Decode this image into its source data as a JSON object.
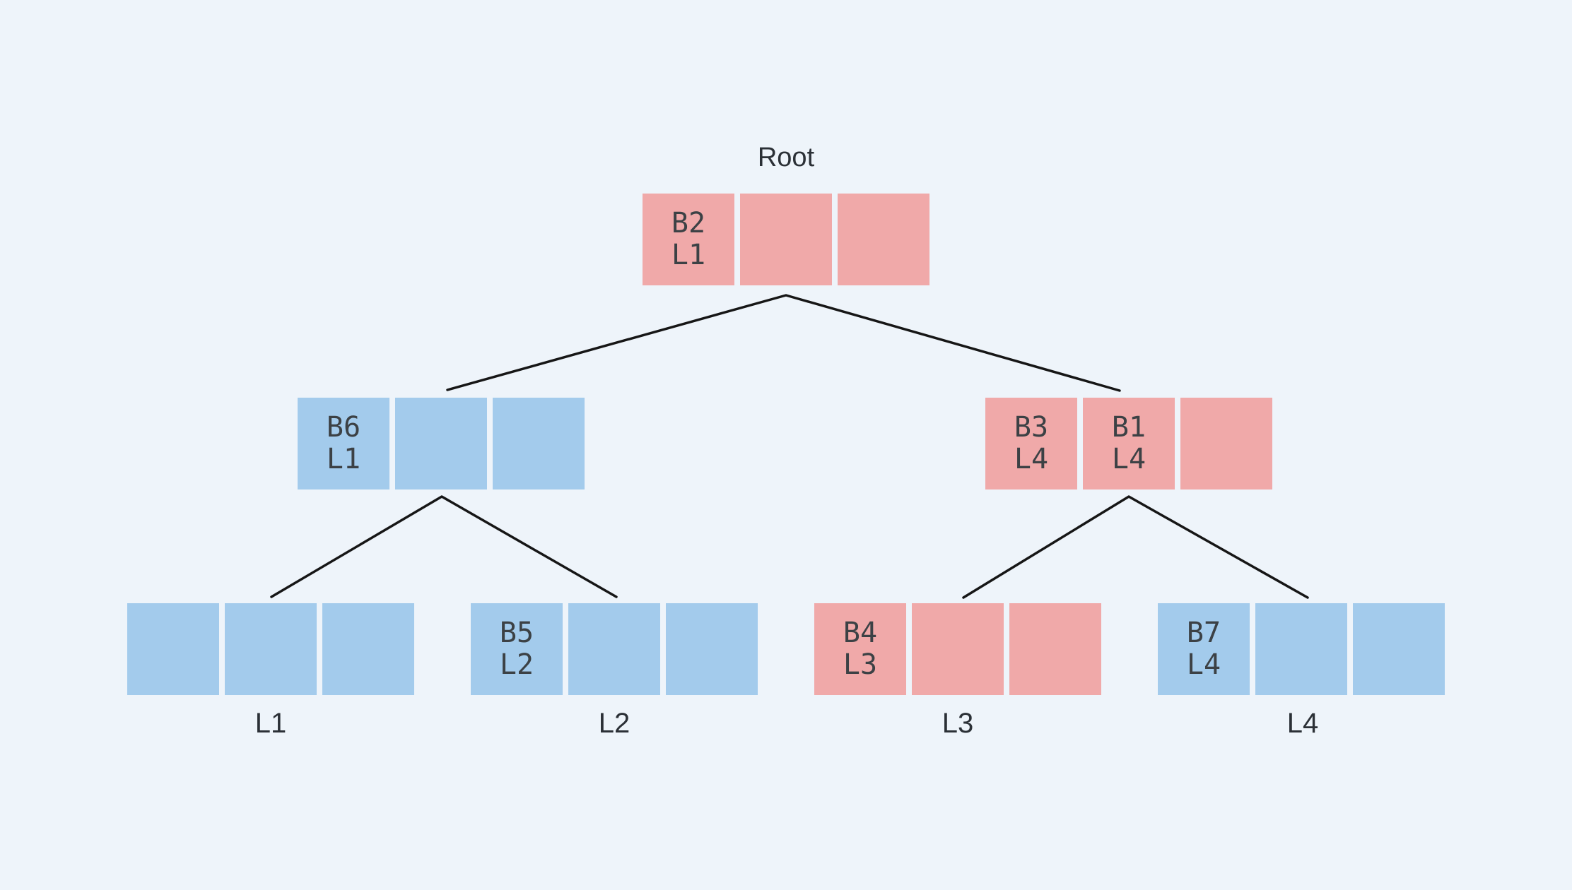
{
  "diagram": {
    "type": "b-tree",
    "root_title": "Root"
  },
  "colors": {
    "background": "#eef4fa",
    "pink": "#f0a9a9",
    "blue": "#a3cbec",
    "line": "#161616",
    "cell_text": "#3c4145",
    "label_text": "#2b3036"
  },
  "nodes": [
    {
      "id": "root",
      "variant": "pink",
      "cells": [
        "B2\nL1",
        "",
        ""
      ]
    },
    {
      "id": "internal-left",
      "variant": "blue",
      "cells": [
        "B6\nL1",
        "",
        ""
      ]
    },
    {
      "id": "internal-right",
      "variant": "pink",
      "cells": [
        "B3\nL4",
        "B1\nL4",
        ""
      ]
    },
    {
      "id": "leaf-1",
      "variant": "blue",
      "cells": [
        "",
        "",
        ""
      ],
      "label": "L1"
    },
    {
      "id": "leaf-2",
      "variant": "blue",
      "cells": [
        "B5\nL2",
        "",
        ""
      ],
      "label": "L2"
    },
    {
      "id": "leaf-3",
      "variant": "pink",
      "cells": [
        "B4\nL3",
        "",
        ""
      ],
      "label": "L3"
    },
    {
      "id": "leaf-4",
      "variant": "blue",
      "cells": [
        "B7\nL4",
        "",
        ""
      ],
      "label": "L4"
    }
  ]
}
